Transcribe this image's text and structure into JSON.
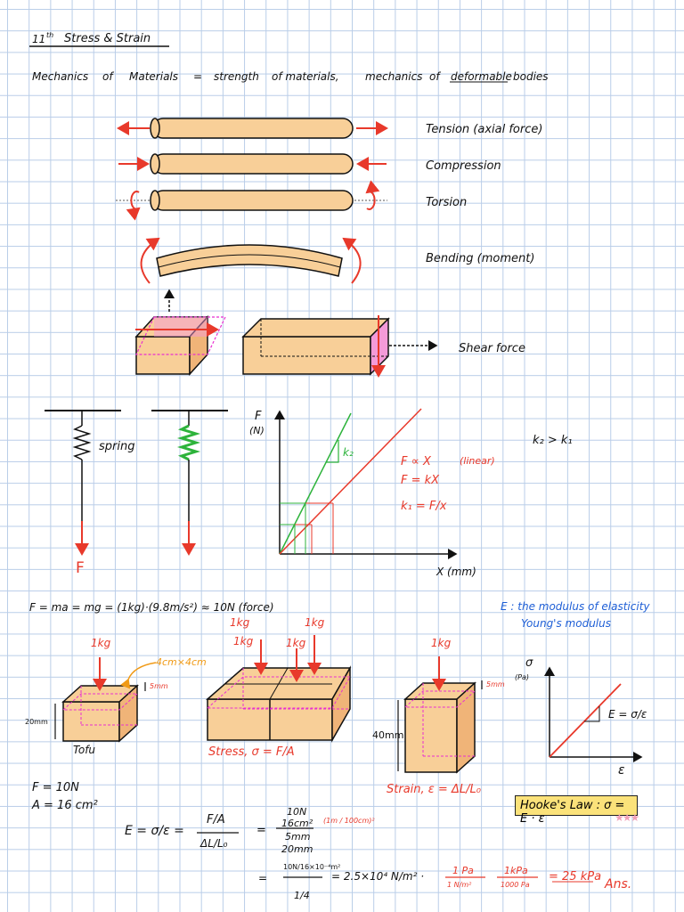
{
  "header": {
    "number": "11",
    "number_sub": "th",
    "title": "Stress & Strain",
    "subtitle_parts": [
      "Mechanics",
      "of",
      "Materials",
      "=",
      "strength",
      "of materials,",
      "mechanics",
      "of",
      "deformable",
      "bodies"
    ]
  },
  "loads": {
    "tension": "Tension (axial force)",
    "compression": "Compression",
    "torsion": "Torsion",
    "bending": "Bending (moment)",
    "shear": "Shear force"
  },
  "spring": {
    "label": "spring",
    "force": "F",
    "y_axis": "F",
    "y_unit": "(N)",
    "x_axis": "X (mm)",
    "k2_label": "k₂",
    "proportional": "F ∝ X",
    "linear": "(linear)",
    "hooke_spring": "F = kX",
    "k1_eq": "k₁ = F/x",
    "compare": "k₂ > k₁"
  },
  "weight": {
    "equation": "F = ma = mg = (1kg)·(9.8m/s²) ≈ 10N  (force)",
    "mass": "1kg",
    "area": "4cm×4cm",
    "dl": "5mm",
    "height": "20mm",
    "height2": "40mm",
    "tofu": "Tofu",
    "stress": "Stress, σ = F/A",
    "strain": "Strain, ε = ΔL/L₀"
  },
  "modulus": {
    "line1": "E : the modulus of elasticity",
    "line2": "Young's modulus",
    "y_axis": "σ",
    "y_unit": "(Pa)",
    "x_axis": "ε",
    "slope": "E = σ/ε"
  },
  "calc": {
    "f_given": "F = 10N",
    "a_given": "A = 16 cm²",
    "e_eq": "E = σ/ε =",
    "fa_num": "F/A",
    "fa_den": "ΔL/L₀",
    "eq": "=",
    "frac_num1": "10N",
    "frac_num2": "16cm²",
    "frac_den1": "5mm",
    "frac_den2": "20mm",
    "conv": "(1m / 100cm)²",
    "line2_num": "10N/16×10⁻⁴m²",
    "line2_den": "1/4",
    "line2_result": "= 2.5×10⁴ N/m² ·",
    "pa_num": "1 Pa",
    "pa_den": "1 N/m²",
    "kpa_num": "1kPa",
    "kpa_den": "1000 Pa",
    "answer": "= 25 kPa",
    "ans": "Ans."
  },
  "hooke": {
    "label": "Hooke's Law :  σ = E · ε",
    "stars": "★★★"
  }
}
